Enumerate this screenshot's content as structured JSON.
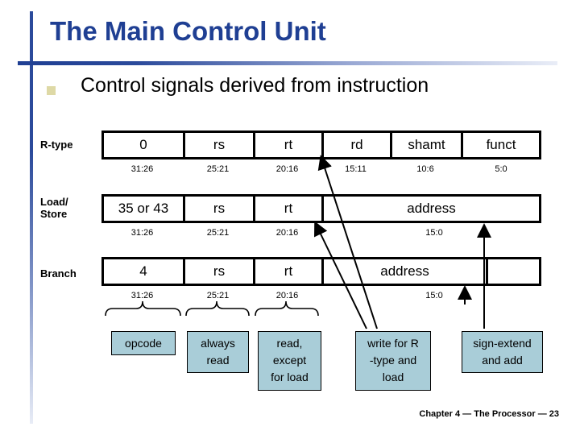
{
  "slide": {
    "title": "The Main Control Unit",
    "bullet": "Control signals derived from instruction",
    "footer": "Chapter 4 — The Processor — 23",
    "accent_color": "#1f3f93",
    "bullet_marker_color": "#ded9a6",
    "box_fill_color": "#a9cdd8"
  },
  "formats": [
    {
      "label": "R-type",
      "cells": [
        "0",
        "rs",
        "rt",
        "rd",
        "shamt",
        "funct"
      ],
      "bits": [
        "31:26",
        "25:21",
        "20:16",
        "15:11",
        "10:6",
        "5:0"
      ]
    },
    {
      "label": "Load/\nStore",
      "label_line1": "Load/",
      "label_line2": "Store",
      "cells": [
        "35 or 43",
        "rs",
        "rt",
        "address"
      ],
      "bits": [
        "31:26",
        "25:21",
        "20:16",
        "15:0"
      ]
    },
    {
      "label": "Branch",
      "cells": [
        "4",
        "rs",
        "rt",
        "address",
        ""
      ],
      "bits": [
        "31:26",
        "25:21",
        "20:16",
        "15:0"
      ]
    }
  ],
  "annotations": [
    {
      "name": "opcode",
      "lines": [
        "opcode"
      ]
    },
    {
      "name": "always-read",
      "lines": [
        "always",
        "read"
      ]
    },
    {
      "name": "read-except-for-load",
      "lines": [
        "read,",
        "except",
        "for load"
      ]
    },
    {
      "name": "write-for-r-type-and-load",
      "lines": [
        "write for R",
        "-type and",
        "load"
      ]
    },
    {
      "name": "sign-extend-and-add",
      "lines": [
        "sign-extend",
        "and add"
      ]
    }
  ]
}
